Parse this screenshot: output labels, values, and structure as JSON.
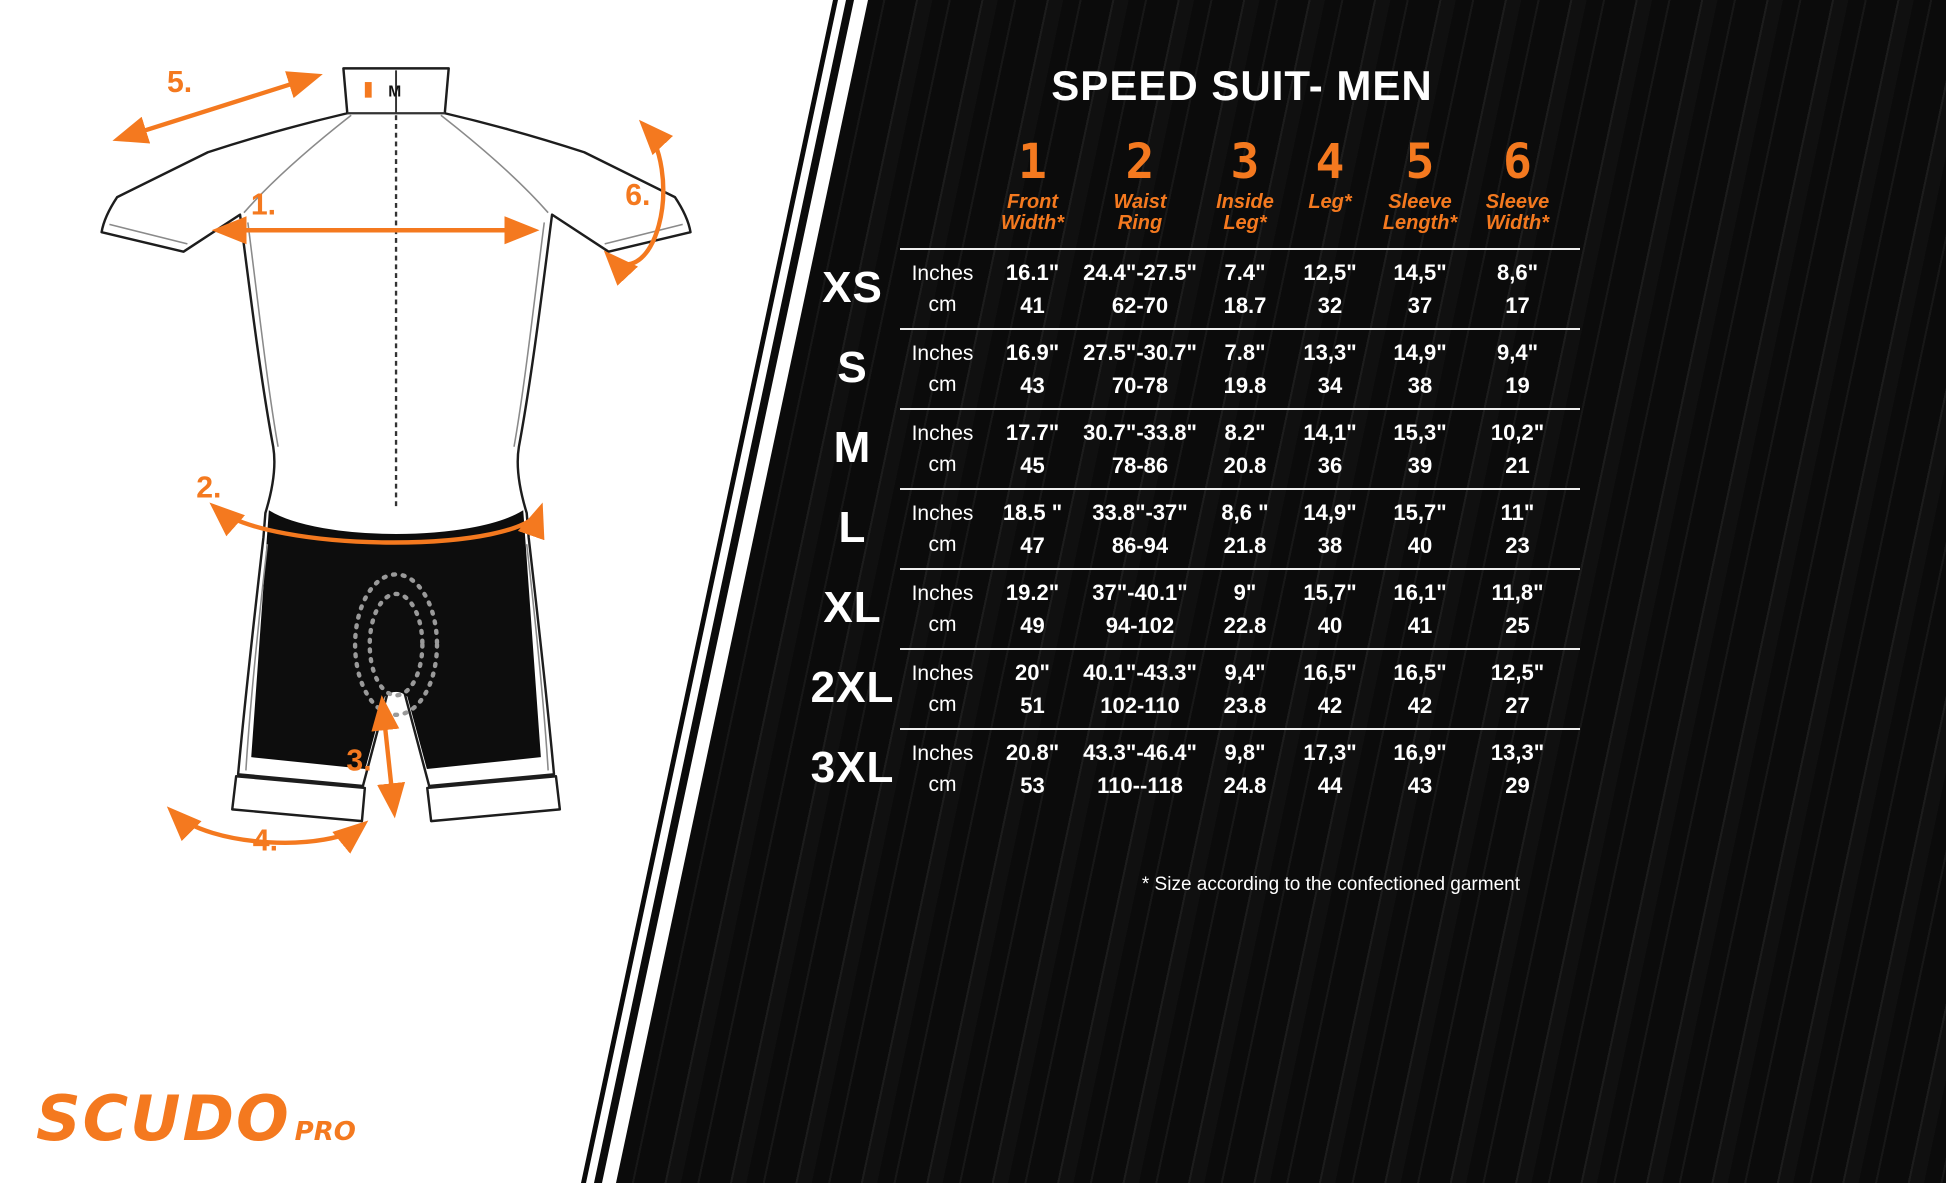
{
  "colors": {
    "accent": "#f4791f",
    "panel": "#0b0b0b",
    "text_light": "#ffffff"
  },
  "brand": {
    "name": "SCUDO",
    "suffix": "PRO"
  },
  "diagram": {
    "size_tag": "M",
    "labels": {
      "l1": "1.",
      "l2": "2.",
      "l3": "3.",
      "l4": "4.",
      "l5": "5.",
      "l6": "6."
    }
  },
  "table": {
    "title": "SPEED SUIT- MEN",
    "unit_top": "Inches",
    "unit_bottom": "cm",
    "columns": [
      {
        "num": "1",
        "label": "Front Width*"
      },
      {
        "num": "2",
        "label": "Waist Ring"
      },
      {
        "num": "3",
        "label": "Inside Leg*"
      },
      {
        "num": "4",
        "label": "Leg*"
      },
      {
        "num": "5",
        "label": "Sleeve Length*"
      },
      {
        "num": "6",
        "label": "Sleeve Width*"
      }
    ],
    "rows": [
      {
        "size": "XS",
        "inches": [
          "16.1\"",
          "24.4\"-27.5\"",
          "7.4\"",
          "12,5\"",
          "14,5\"",
          "8,6\""
        ],
        "cm": [
          "41",
          "62-70",
          "18.7",
          "32",
          "37",
          "17"
        ]
      },
      {
        "size": "S",
        "inches": [
          "16.9\"",
          "27.5\"-30.7\"",
          "7.8\"",
          "13,3\"",
          "14,9\"",
          "9,4\""
        ],
        "cm": [
          "43",
          "70-78",
          "19.8",
          "34",
          "38",
          "19"
        ]
      },
      {
        "size": "M",
        "inches": [
          "17.7\"",
          "30.7\"-33.8\"",
          "8.2\"",
          "14,1\"",
          "15,3\"",
          "10,2\""
        ],
        "cm": [
          "45",
          "78-86",
          "20.8",
          "36",
          "39",
          "21"
        ]
      },
      {
        "size": "L",
        "inches": [
          "18.5 \"",
          "33.8\"-37\"",
          "8,6 \"",
          "14,9\"",
          "15,7\"",
          "11\""
        ],
        "cm": [
          "47",
          "86-94",
          "21.8",
          "38",
          "40",
          "23"
        ]
      },
      {
        "size": "XL",
        "inches": [
          "19.2\"",
          "37\"-40.1\"",
          "9\"",
          "15,7\"",
          "16,1\"",
          "11,8\""
        ],
        "cm": [
          "49",
          "94-102",
          "22.8",
          "40",
          "41",
          "25"
        ]
      },
      {
        "size": "2XL",
        "inches": [
          "20\"",
          "40.1\"-43.3\"",
          "9,4\"",
          "16,5\"",
          "16,5\"",
          "12,5\""
        ],
        "cm": [
          "51",
          "102-110",
          "23.8",
          "42",
          "42",
          "27"
        ]
      },
      {
        "size": "3XL",
        "inches": [
          "20.8\"",
          "43.3\"-46.4\"",
          "9,8\"",
          "17,3\"",
          "16,9\"",
          "13,3\""
        ],
        "cm": [
          "53",
          "110--118",
          "24.8",
          "44",
          "43",
          "29"
        ]
      }
    ],
    "footnote": "* Size according to the confectioned garment"
  }
}
